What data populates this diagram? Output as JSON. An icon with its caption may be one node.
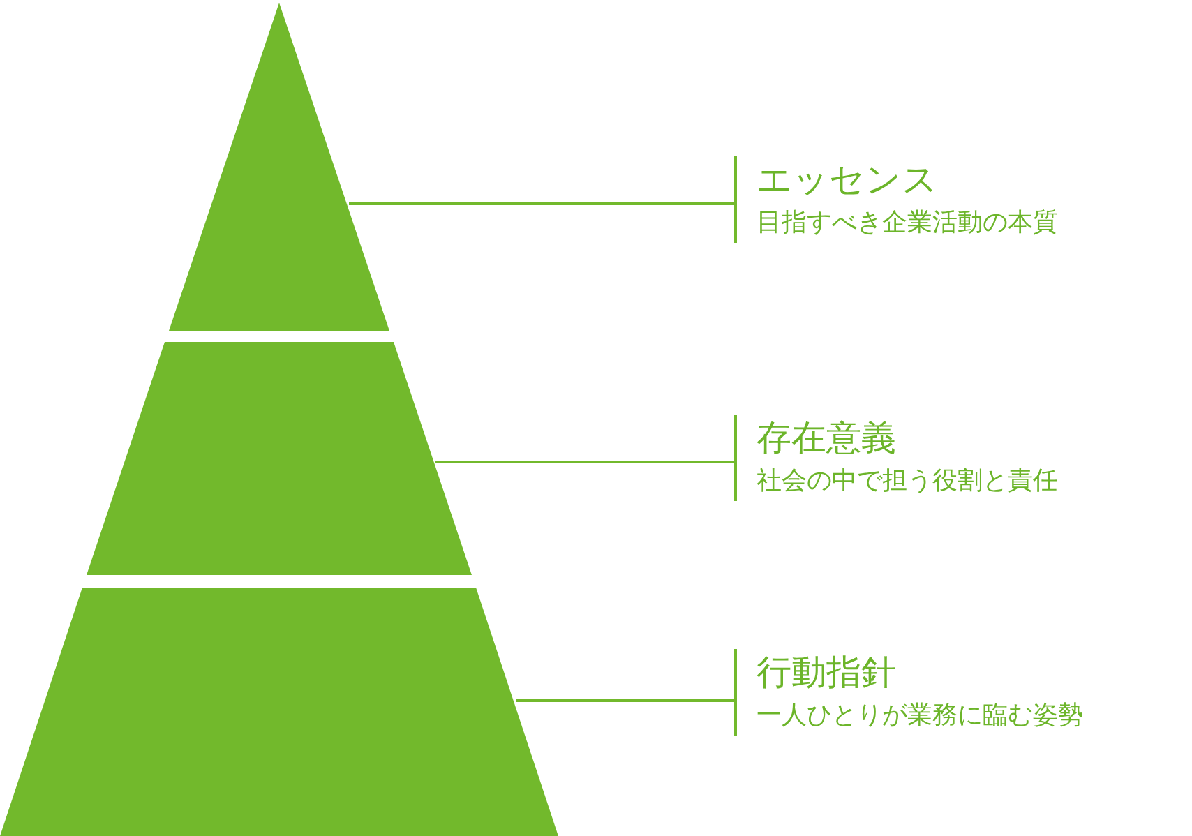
{
  "diagram": {
    "nodes": [
      {
        "text": [],
        "shape": "triangle"
      },
      {
        "text": [],
        "shape": "trapezoid"
      },
      {
        "text": [],
        "shape": "trapezoid"
      },
      {
        "text": [
          "エッセンス",
          "目指すべき企業活動の本質"
        ]
      },
      {
        "text": [
          "存在意義",
          "社会の中で担う役割と責任"
        ]
      },
      {
        "text": [
          "行動指針",
          "一人ひとりが業務に臨む姿勢"
        ]
      }
    ],
    "edges": [
      {
        "from": 3,
        "to": 0,
        "arrow": "none"
      },
      {
        "from": 4,
        "to": 1,
        "arrow": "none"
      },
      {
        "from": 5,
        "to": 2,
        "arrow": "none"
      }
    ]
  }
}
